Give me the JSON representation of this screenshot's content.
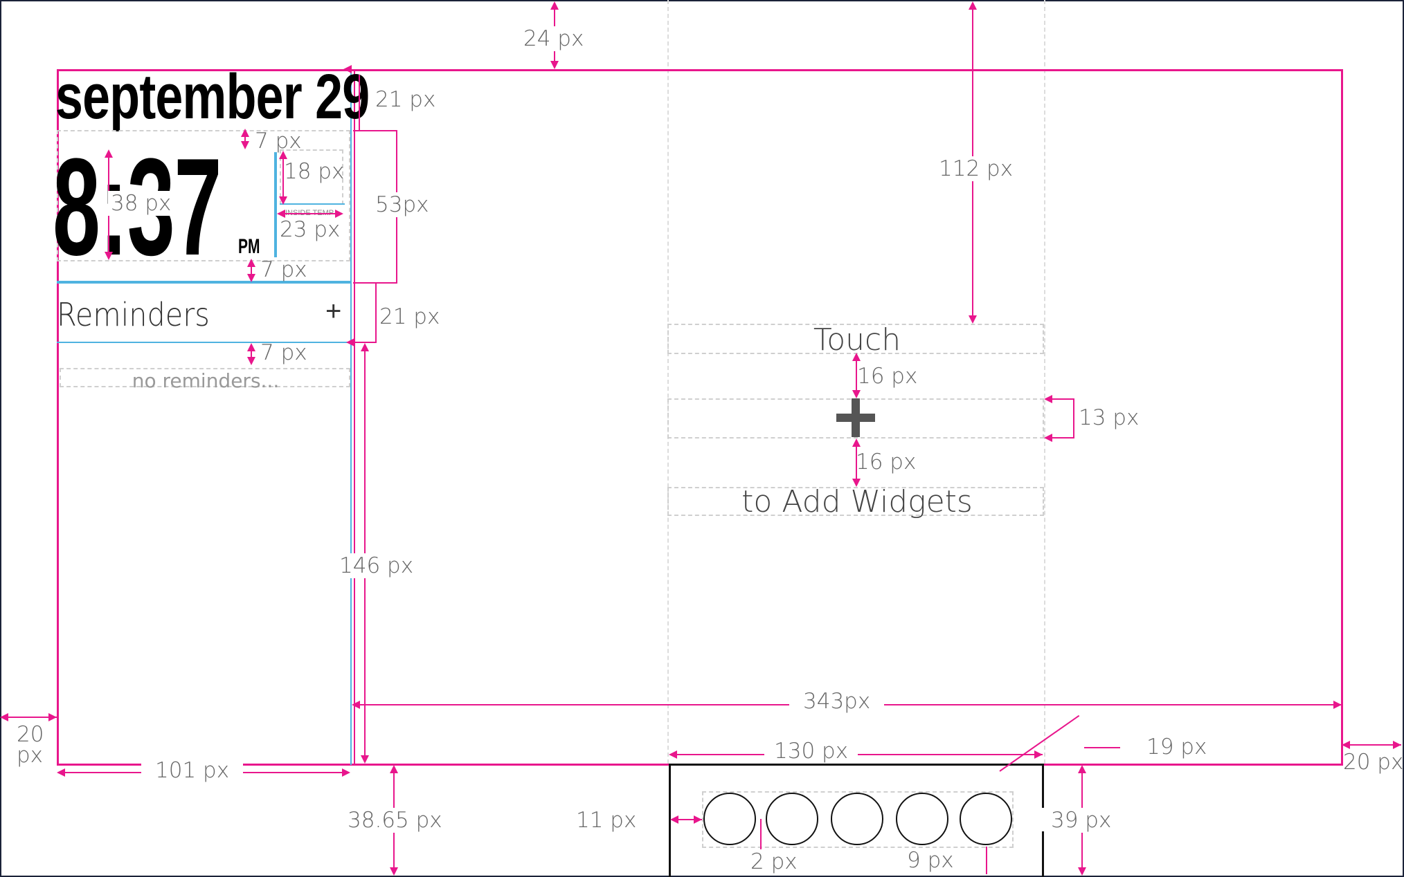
{
  "widget": {
    "date": "september 29",
    "time": "8:37",
    "ampm": "PM",
    "inside_temp_label": "INSIDE TEMP",
    "reminders_title": "Reminders",
    "reminders_add": "+",
    "no_reminders": "no reminders..."
  },
  "add_widgets": {
    "touch_label": "Touch",
    "add_label": "to Add Widgets"
  },
  "dimensions": {
    "top_24": "24 px",
    "header_21": "21 px",
    "gap_7a": "7 px",
    "h_18": "18 px",
    "h_38": "38 px",
    "h_23": "23 px",
    "h_53": "53px",
    "gap_7b": "7 px",
    "h_21b": "21 px",
    "gap_7c": "7 px",
    "h_112": "112 px",
    "h_16a": "16 px",
    "h_13": "13 px",
    "h_16b": "16 px",
    "h_146": "146 px",
    "w_343": "343px",
    "w_20_left": "20",
    "w_20_left_unit": "px",
    "w_101": "101 px",
    "w_130": "130 px",
    "w_19": "19 px",
    "w_20_right": "20 px",
    "h_3865": "38.65 px",
    "w_11": "11 px",
    "h_39": "39 px",
    "w_2": "2 px",
    "w_9": "9 px"
  },
  "colors": {
    "guide": "#e8168c",
    "accent": "#4fb3e0",
    "frame": "#1b2238"
  }
}
